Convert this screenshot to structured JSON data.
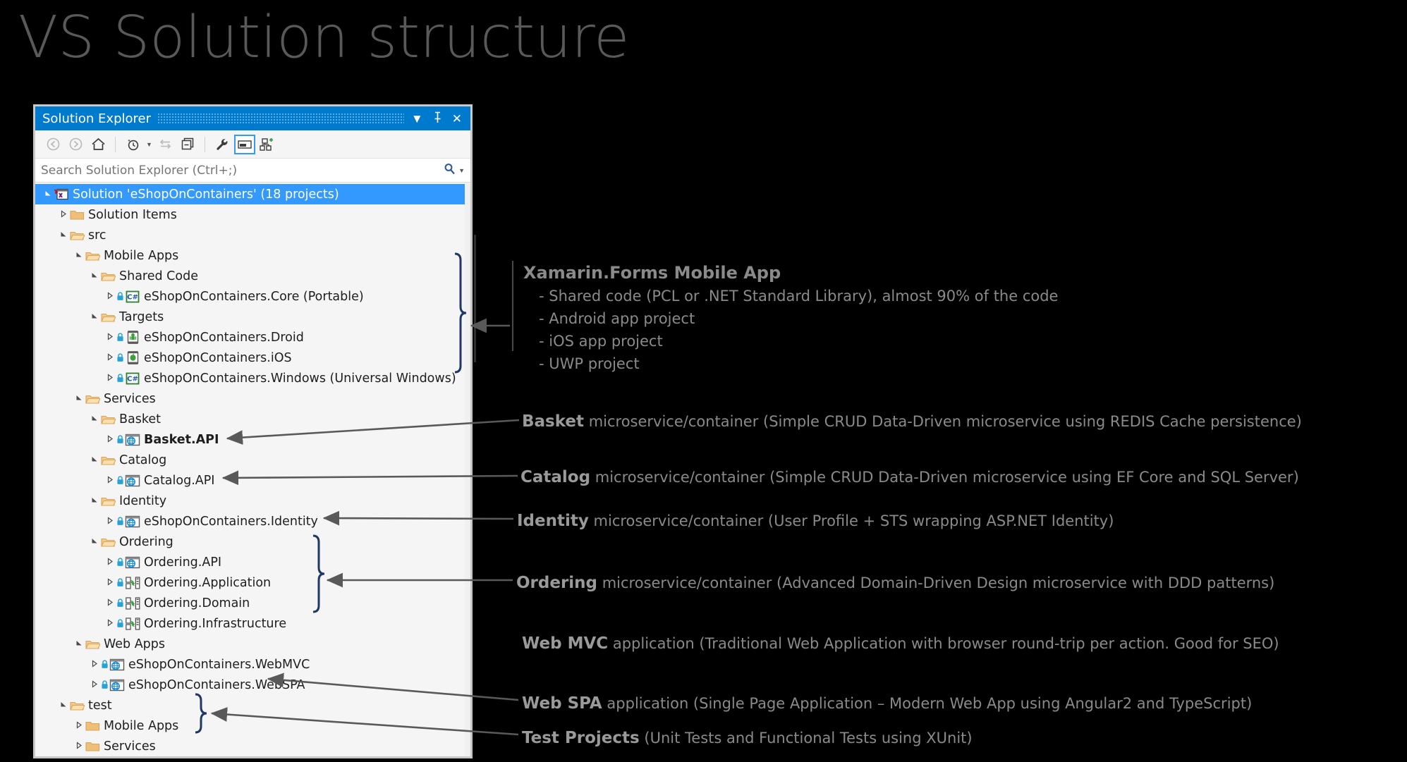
{
  "slide": {
    "title": "VS Solution structure"
  },
  "solution_explorer": {
    "window_title": "Solution Explorer",
    "titlebar_buttons": [
      {
        "name": "dropdown-icon",
        "glyph": "▼"
      },
      {
        "name": "pin-icon",
        "glyph": "⍀"
      },
      {
        "name": "close-icon",
        "glyph": "✕"
      }
    ],
    "toolbar": [
      {
        "name": "back-button",
        "icon": "back-arrow-icon",
        "enabled": false
      },
      {
        "name": "forward-button",
        "icon": "forward-arrow-icon",
        "enabled": false
      },
      {
        "name": "home-button",
        "icon": "home-icon",
        "enabled": true
      },
      {
        "name": "pending-changes-button",
        "icon": "clock-history-icon",
        "enabled": true,
        "has_dropdown": true
      },
      {
        "name": "sync-button",
        "icon": "sync-arrows-icon",
        "enabled": false
      },
      {
        "name": "collapse-all-button",
        "icon": "collapse-all-icon",
        "enabled": true
      },
      {
        "name": "properties-button",
        "icon": "wrench-icon",
        "enabled": true
      },
      {
        "name": "preview-selected-items-button",
        "icon": "preview-pane-icon",
        "enabled": true,
        "active": true
      },
      {
        "name": "show-all-files-button",
        "icon": "show-all-files-icon",
        "enabled": true
      }
    ],
    "search": {
      "placeholder": "Search Solution Explorer (Ctrl+;)",
      "value": "",
      "magnifier_icon": "search-icon",
      "dropdown_icon": "chevron-down-icon"
    },
    "tree": [
      {
        "depth": 0,
        "expander": "expanded",
        "icon": "solution-icon",
        "label": "Solution 'eShopOnContainers' (18 projects)",
        "selected": true,
        "bold": false
      },
      {
        "depth": 1,
        "expander": "collapsed",
        "icon": "folder-closed-icon",
        "label": "Solution Items",
        "selected": false,
        "bold": false
      },
      {
        "depth": 1,
        "expander": "expanded",
        "icon": "folder-open-icon",
        "label": "src",
        "selected": false,
        "bold": false
      },
      {
        "depth": 2,
        "expander": "expanded",
        "icon": "folder-open-icon",
        "label": "Mobile Apps",
        "selected": false,
        "bold": false
      },
      {
        "depth": 3,
        "expander": "expanded",
        "icon": "folder-open-icon",
        "label": "Shared Code",
        "selected": false,
        "bold": false
      },
      {
        "depth": 4,
        "expander": "collapsed",
        "icon": "csharp-project-icon",
        "lock": true,
        "label": "eShopOnContainers.Core (Portable)",
        "selected": false,
        "bold": false
      },
      {
        "depth": 3,
        "expander": "expanded",
        "icon": "folder-open-icon",
        "label": "Targets",
        "selected": false,
        "bold": false
      },
      {
        "depth": 4,
        "expander": "collapsed",
        "icon": "android-project-icon",
        "lock": true,
        "label": "eShopOnContainers.Droid",
        "selected": false,
        "bold": false
      },
      {
        "depth": 4,
        "expander": "collapsed",
        "icon": "ios-project-icon",
        "lock": true,
        "label": "eShopOnContainers.iOS",
        "selected": false,
        "bold": false
      },
      {
        "depth": 4,
        "expander": "collapsed",
        "icon": "csharp-project-icon",
        "lock": true,
        "label": "eShopOnContainers.Windows (Universal Windows)",
        "selected": false,
        "bold": false
      },
      {
        "depth": 2,
        "expander": "expanded",
        "icon": "folder-open-icon",
        "label": "Services",
        "selected": false,
        "bold": false
      },
      {
        "depth": 3,
        "expander": "expanded",
        "icon": "folder-open-icon",
        "label": "Basket",
        "selected": false,
        "bold": false
      },
      {
        "depth": 4,
        "expander": "collapsed",
        "icon": "web-project-icon",
        "lock": true,
        "label": "Basket.API",
        "selected": false,
        "bold": true
      },
      {
        "depth": 3,
        "expander": "expanded",
        "icon": "folder-open-icon",
        "label": "Catalog",
        "selected": false,
        "bold": false
      },
      {
        "depth": 4,
        "expander": "collapsed",
        "icon": "web-project-icon",
        "lock": true,
        "label": "Catalog.API",
        "selected": false,
        "bold": false
      },
      {
        "depth": 3,
        "expander": "expanded",
        "icon": "folder-open-icon",
        "label": "Identity",
        "selected": false,
        "bold": false
      },
      {
        "depth": 4,
        "expander": "collapsed",
        "icon": "web-project-icon",
        "lock": true,
        "label": "eShopOnContainers.Identity",
        "selected": false,
        "bold": false
      },
      {
        "depth": 3,
        "expander": "expanded",
        "icon": "folder-open-icon",
        "label": "Ordering",
        "selected": false,
        "bold": false
      },
      {
        "depth": 4,
        "expander": "collapsed",
        "icon": "web-project-icon",
        "lock": true,
        "label": "Ordering.API",
        "selected": false,
        "bold": false
      },
      {
        "depth": 4,
        "expander": "collapsed",
        "icon": "class-library-icon",
        "lock": true,
        "label": "Ordering.Application",
        "selected": false,
        "bold": false
      },
      {
        "depth": 4,
        "expander": "collapsed",
        "icon": "class-library-icon",
        "lock": true,
        "label": "Ordering.Domain",
        "selected": false,
        "bold": false
      },
      {
        "depth": 4,
        "expander": "collapsed",
        "icon": "class-library-icon",
        "lock": true,
        "label": "Ordering.Infrastructure",
        "selected": false,
        "bold": false
      },
      {
        "depth": 2,
        "expander": "expanded",
        "icon": "folder-open-icon",
        "label": "Web Apps",
        "selected": false,
        "bold": false
      },
      {
        "depth": 3,
        "expander": "collapsed",
        "icon": "web-project-icon",
        "lock": true,
        "label": "eShopOnContainers.WebMVC",
        "selected": false,
        "bold": false
      },
      {
        "depth": 3,
        "expander": "collapsed",
        "icon": "web-project-icon",
        "lock": true,
        "label": "eShopOnContainers.WebSPA",
        "selected": false,
        "bold": false
      },
      {
        "depth": 1,
        "expander": "expanded",
        "icon": "folder-open-icon",
        "label": "test",
        "selected": false,
        "bold": false
      },
      {
        "depth": 2,
        "expander": "collapsed",
        "icon": "folder-closed-icon",
        "label": "Mobile Apps",
        "selected": false,
        "bold": false
      },
      {
        "depth": 2,
        "expander": "collapsed",
        "icon": "folder-closed-icon",
        "label": "Services",
        "selected": false,
        "bold": false
      }
    ]
  },
  "annotations": {
    "xamarin": {
      "header": "Xamarin.Forms Mobile App",
      "bullets": [
        "- Shared code (PCL or .NET Standard Library), almost 90% of the code",
        "- Android app project",
        "- iOS app project",
        "- UWP project"
      ]
    },
    "lines": [
      {
        "name": "basket",
        "bold": "Basket",
        "rest": " microservice/container (Simple CRUD Data-Driven microservice using REDIS Cache persistence)"
      },
      {
        "name": "catalog",
        "bold": "Catalog",
        "rest": " microservice/container (Simple CRUD Data-Driven microservice using EF Core and SQL Server)"
      },
      {
        "name": "identity",
        "bold": "Identity",
        "rest": " microservice/container (User Profile + STS wrapping ASP.NET Identity)"
      },
      {
        "name": "ordering",
        "bold": "Ordering",
        "rest": " microservice/container (Advanced Domain-Driven Design microservice with DDD patterns)"
      },
      {
        "name": "webmvc",
        "bold": "Web MVC",
        "rest": " application (Traditional Web Application with browser round-trip per action. Good for SEO)"
      },
      {
        "name": "webspa",
        "bold": "Web SPA",
        "rest": " application (Single Page Application – Modern Web App using Angular2 and TypeScript)"
      },
      {
        "name": "tests",
        "bold": "Test Projects",
        "rest": " (Unit Tests and Functional Tests using XUnit)"
      }
    ]
  },
  "colors": {
    "background": "#000000",
    "title": "#595959",
    "accent_blue": "#007acc",
    "selection_blue": "#3399ff",
    "folder": "#f0c07a",
    "annotation_text": "#8a8a8a",
    "bracket": "#1f3864",
    "arrow": "#595959"
  }
}
